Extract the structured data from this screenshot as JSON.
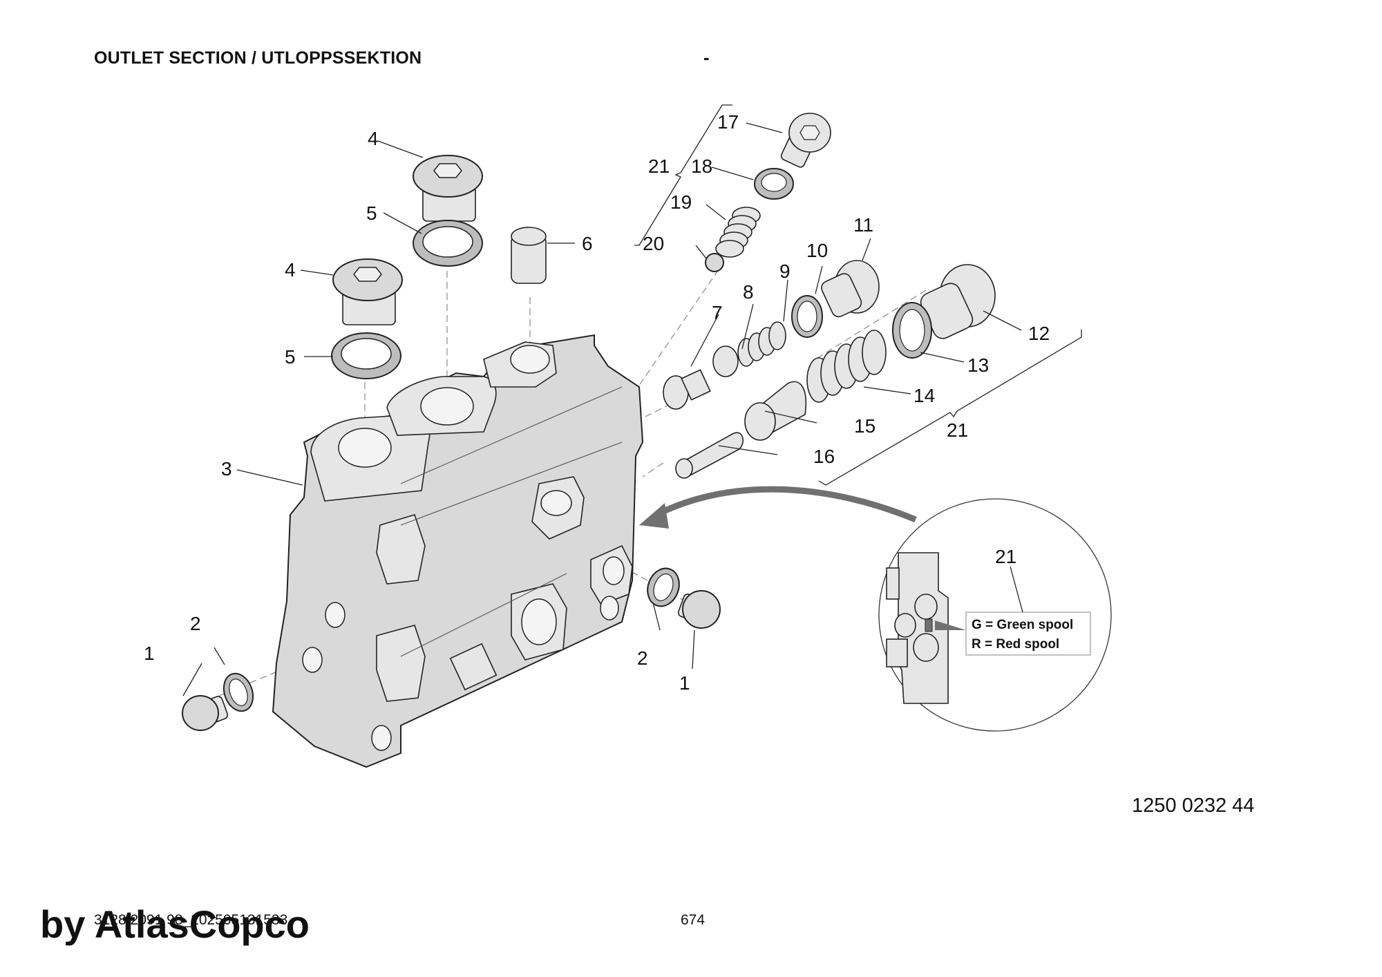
{
  "header": {
    "title": "OUTLET SECTION / UTLOPPSSEKTION",
    "separator": "-"
  },
  "diagram": {
    "drawing_number": "1250 0232 44",
    "callouts": {
      "c1a": "1",
      "c1b": "1",
      "c2a": "2",
      "c2b": "2",
      "c3": "3",
      "c4a": "4",
      "c4b": "4",
      "c5a": "5",
      "c5b": "5",
      "c6": "6",
      "c7": "7",
      "c8": "8",
      "c9": "9",
      "c10": "10",
      "c11": "11",
      "c12": "12",
      "c13": "13",
      "c14": "14",
      "c15": "15",
      "c16": "16",
      "c17": "17",
      "c18": "18",
      "c19": "19",
      "c20": "20",
      "c21a": "21",
      "c21b": "21",
      "c21c": "21"
    },
    "detail_legend": {
      "green": "G = Green spool",
      "red": "R = Red spool"
    },
    "colors": {
      "part_fill": "#d9d9d9",
      "arrow": "#707070"
    }
  },
  "footer": {
    "document_id": "3128 2091 98_202505131533",
    "page_number": "674",
    "watermark": "by AtlasCopco"
  }
}
